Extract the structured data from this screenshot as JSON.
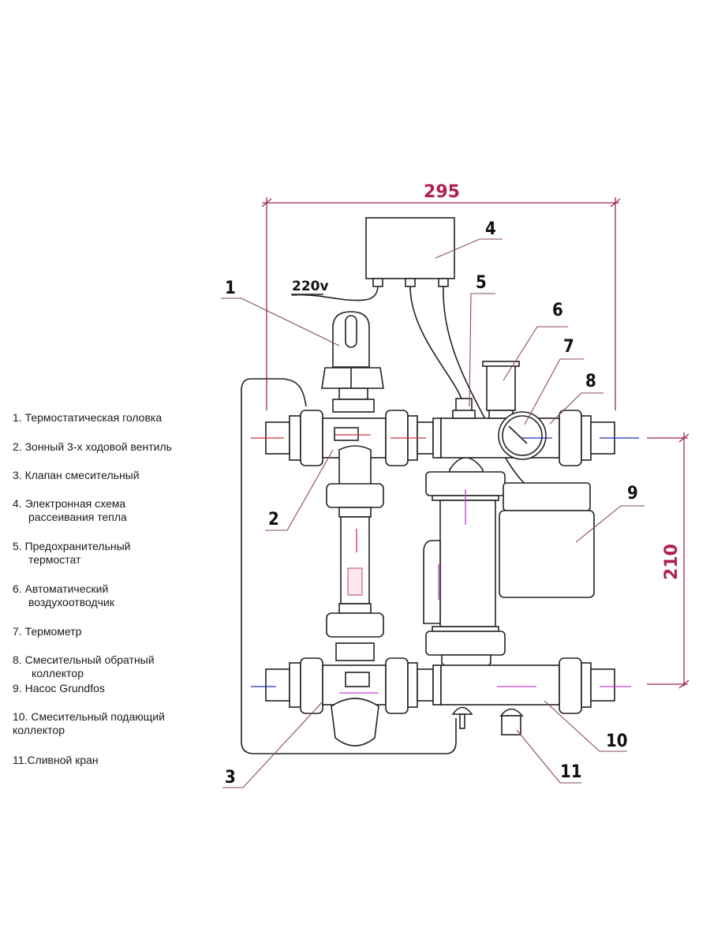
{
  "legend": {
    "items": [
      {
        "num": "1.",
        "lines": [
          "Термостатическая головка"
        ]
      },
      {
        "num": "2.",
        "lines": [
          "Зонный 3-х ходовой вентиль"
        ]
      },
      {
        "num": "3.",
        "lines": [
          "Клапан смесительный"
        ]
      },
      {
        "num": "4.",
        "lines": [
          "Электронная схема",
          "рассеивания тепла"
        ]
      },
      {
        "num": "5.",
        "lines": [
          "Предохранительный",
          "термостат"
        ]
      },
      {
        "num": "6.",
        "lines": [
          "Автоматический",
          "воздухоотводчик"
        ]
      },
      {
        "num": "7.",
        "lines": [
          "Термометр"
        ]
      },
      {
        "num": "8.",
        "lines": [
          "Смесительный обратный",
          "коллектор"
        ]
      },
      {
        "num": "9.",
        "lines": [
          "Насос Grundfos"
        ]
      },
      {
        "num": "10.",
        "lines": [
          "Смесительный подающий",
          "коллектор"
        ]
      },
      {
        "num": "11.",
        "lines": [
          "Сливной кран"
        ]
      }
    ]
  },
  "diagram": {
    "dimension_width": "295",
    "dimension_height": "210",
    "voltage_label": "220v",
    "callouts": [
      "1",
      "2",
      "3",
      "4",
      "5",
      "6",
      "7",
      "8",
      "9",
      "10",
      "11"
    ],
    "colors": {
      "dimension": "#a0284a",
      "flow_hot": "#d03040",
      "flow_cold": "#2030b0",
      "flow_mixed": "#c040d0",
      "outline": "#222222"
    }
  }
}
